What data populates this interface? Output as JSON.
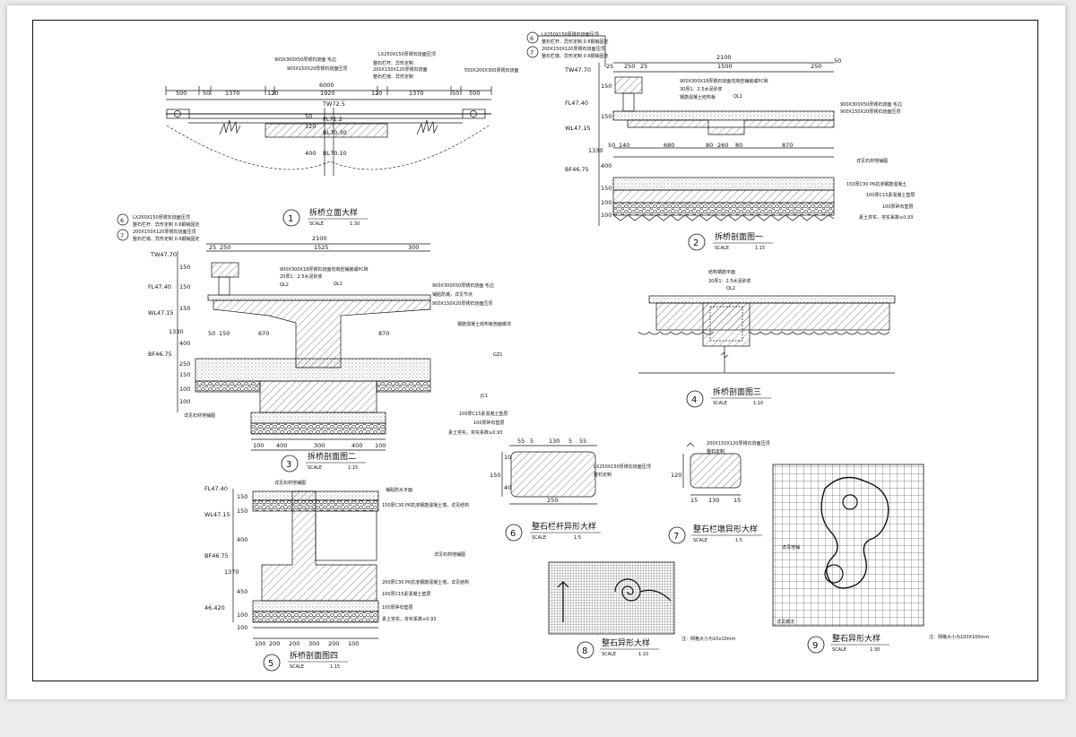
{
  "details": [
    {
      "num": "1",
      "title": "拆桥立面大样",
      "scale_label": "SCALE",
      "scale": "1:30"
    },
    {
      "num": "2",
      "title": "拆桥剖面图一",
      "scale_label": "SCALE",
      "scale": "1:15"
    },
    {
      "num": "3",
      "title": "拆桥剖面图二",
      "scale_label": "SCALE",
      "scale": "1:15"
    },
    {
      "num": "4",
      "title": "拆桥剖面图三",
      "scale_label": "SCALE",
      "scale": "1:10"
    },
    {
      "num": "5",
      "title": "拆桥剖面图四",
      "scale_label": "SCALE",
      "scale": "1:15"
    },
    {
      "num": "6",
      "title": "整石栏杆异形大样",
      "scale_label": "SCALE",
      "scale": "1:5"
    },
    {
      "num": "7",
      "title": "整石栏墩异形大样",
      "scale_label": "SCALE",
      "scale": "1:5"
    },
    {
      "num": "8",
      "title": "整石异形大样",
      "scale_label": "SCALE",
      "scale": "1:10"
    },
    {
      "num": "9",
      "title": "整石异形大样",
      "scale_label": "SCALE",
      "scale": "1:30"
    }
  ],
  "elevation": {
    "dims_top": [
      "500",
      "50",
      "1370",
      "120",
      "1920",
      "120",
      "1370",
      "50",
      "500"
    ],
    "dim_total": "6000",
    "notes": [
      "LX250X150厚锈石烧面压顶",
      "900X300X50厚锈石烧面 毛边",
      "900X150X20厚锈石烧面压顶",
      "200X150X120厚锈石烧面",
      "整石栏杆、异形定制",
      "整石栏墩、异形定制",
      "550X200X300厚锈石烧面"
    ],
    "levels": [
      "TW72.5",
      "FL71.2",
      "BL70.30",
      "BL70.10"
    ],
    "side_dims": [
      "50",
      "120",
      "400"
    ]
  },
  "section1": {
    "callouts": [
      "6",
      "7"
    ],
    "notes_top": [
      "LX250X150厚锈石烧面压顶",
      "整石栏杆、异形定制 0.6钢销固定",
      "200X150X120厚锈石烧面压顶",
      "整石栏墩、异形定制 0.6钢销固定"
    ],
    "dims_top": [
      "25",
      "250",
      "25",
      "1500",
      "250",
      "50"
    ],
    "dim_total": "2100",
    "levels": [
      "TW47.70",
      "FL47.40",
      "WL47.15",
      "BF46.75"
    ],
    "side_dims": [
      "150",
      "150",
      "1330",
      "400",
      "150",
      "100",
      "100"
    ],
    "dims_mid": [
      "50",
      "140",
      "680",
      "80",
      "260",
      "80",
      "870"
    ],
    "notes_right": [
      "900X300X18厚锈石烧面花岗岩铺装或PC砖",
      "30厚1：2.5水泥砂浆",
      "QL1",
      "钢筋混凝土结构板",
      "900X300X50厚锈石烧面 毛边",
      "900X150X20厚锈石烧面压顶",
      "详见石材地铺图",
      "150厚C30 P6抗渗钢筋混凝土",
      "100厚C15素混凝土垫层",
      "100厚碎石垫层",
      "素土夯实，夯实系数≥0.93"
    ]
  },
  "section2": {
    "callouts": [
      "6",
      "7"
    ],
    "notes_top": [
      "LX250X150厚锈石烧面压顶",
      "整石栏杆、异形定制 0.6钢销固定",
      "200X150X120厚锈石烧面压顶",
      "整石栏墩、异形定制 0.6钢销固定"
    ],
    "dims_top": [
      "25",
      "250",
      "1525",
      "300"
    ],
    "dim_total": "2100",
    "levels": [
      "TW47.70",
      "FL47.40",
      "WL47.15",
      "BF46.75"
    ],
    "side_dims": [
      "150",
      "150",
      "150",
      "1330",
      "400",
      "250",
      "150",
      "100",
      "100"
    ],
    "dims_mid": [
      "50",
      "150",
      "670",
      "870"
    ],
    "notes_right": [
      "900X300X18厚锈石烧面花岗岩铺装或PC砖",
      "20厚1：2.5水泥砂浆",
      "QL1",
      "QL2",
      "900X300X50厚锈石烧面 毛边",
      "铺贴防潮，详见节点",
      "900X150X20厚锈石烧面压顶",
      "钢筋混凝土结构板剖面做法",
      "GZ1",
      "JC1",
      "100厚C15素混凝土垫层",
      "100厚碎石垫层",
      "素土夯实，夯实系数≥0.93",
      "详见石材地铺图"
    ],
    "dims_bottom": [
      "100",
      "400",
      "300",
      "400",
      "100"
    ]
  },
  "section3": {
    "notes": [
      "结构钢筋平面",
      "20厚1：2.5水泥砂浆",
      "QL2"
    ]
  },
  "section4": {
    "levels": [
      "FL47.40",
      "WL47.15",
      "BF46.75",
      "46.420"
    ],
    "side_dims": [
      "150",
      "150",
      "400",
      "1370",
      "450",
      "100",
      "100"
    ],
    "notes": [
      "详见石材地铺图",
      "铺贴防水平面",
      "150厚C30 P6抗渗钢筋混凝土墙，详见结构",
      "详见石材地铺图",
      "200厚C30 P6抗渗钢筋混凝土墙，详见结构",
      "100厚C15素混凝土垫层",
      "100厚碎石垫层",
      "素土夯实，夯实系数≥0.93"
    ],
    "dims_bottom": [
      "100",
      "200",
      "200",
      "300",
      "200",
      "100"
    ]
  },
  "detail6": {
    "dims_top": [
      "55",
      "5",
      "130",
      "5",
      "55"
    ],
    "dims_side": [
      "150",
      "10",
      "40"
    ],
    "dim_bottom": "250",
    "notes": [
      "LX250X150厚锈石烧面压顶",
      "整石定制"
    ]
  },
  "detail7": {
    "notes": [
      "200X150X120厚锈石烧面压顶",
      "整石定制"
    ],
    "dims_bottom": [
      "15",
      "130",
      "15"
    ],
    "dim_side": "120"
  },
  "detail8": {
    "note": "注：网格大小为10x10mm"
  },
  "detail9": {
    "note": "注：网格大小为100X100mm",
    "side_text": "详见地铺",
    "bottom_text": "详见做法"
  }
}
